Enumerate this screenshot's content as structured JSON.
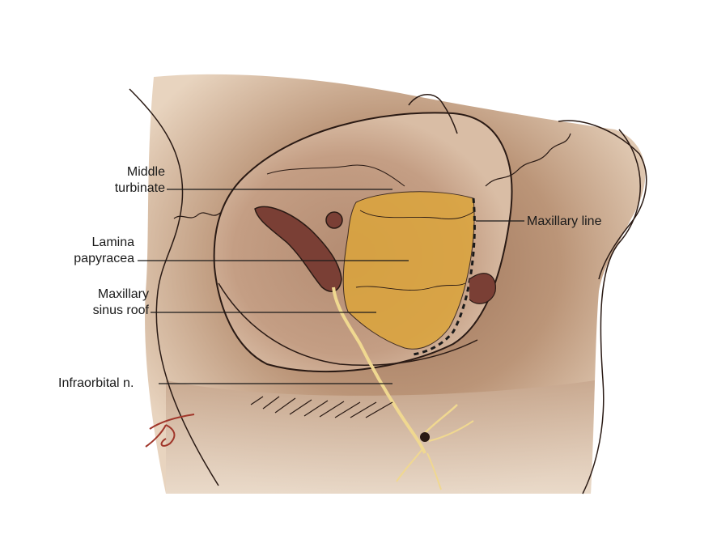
{
  "labels": {
    "middle_turbinate": "Middle\nturbinate",
    "lamina_papyracea": "Lamina\npapyracea",
    "maxillary_sinus_roof": "Maxillary\nsinus roof",
    "infraorbital_nerve": "Infraorbital n.",
    "maxillary_line": "Maxillary line"
  },
  "colors": {
    "bone": "#c9a888",
    "bone_dark": "#8a6248",
    "orbit_cavity": "#b89177",
    "highlight_region": "#dca53c",
    "nerve": "#f0d890",
    "outline": "#2a1a14"
  }
}
